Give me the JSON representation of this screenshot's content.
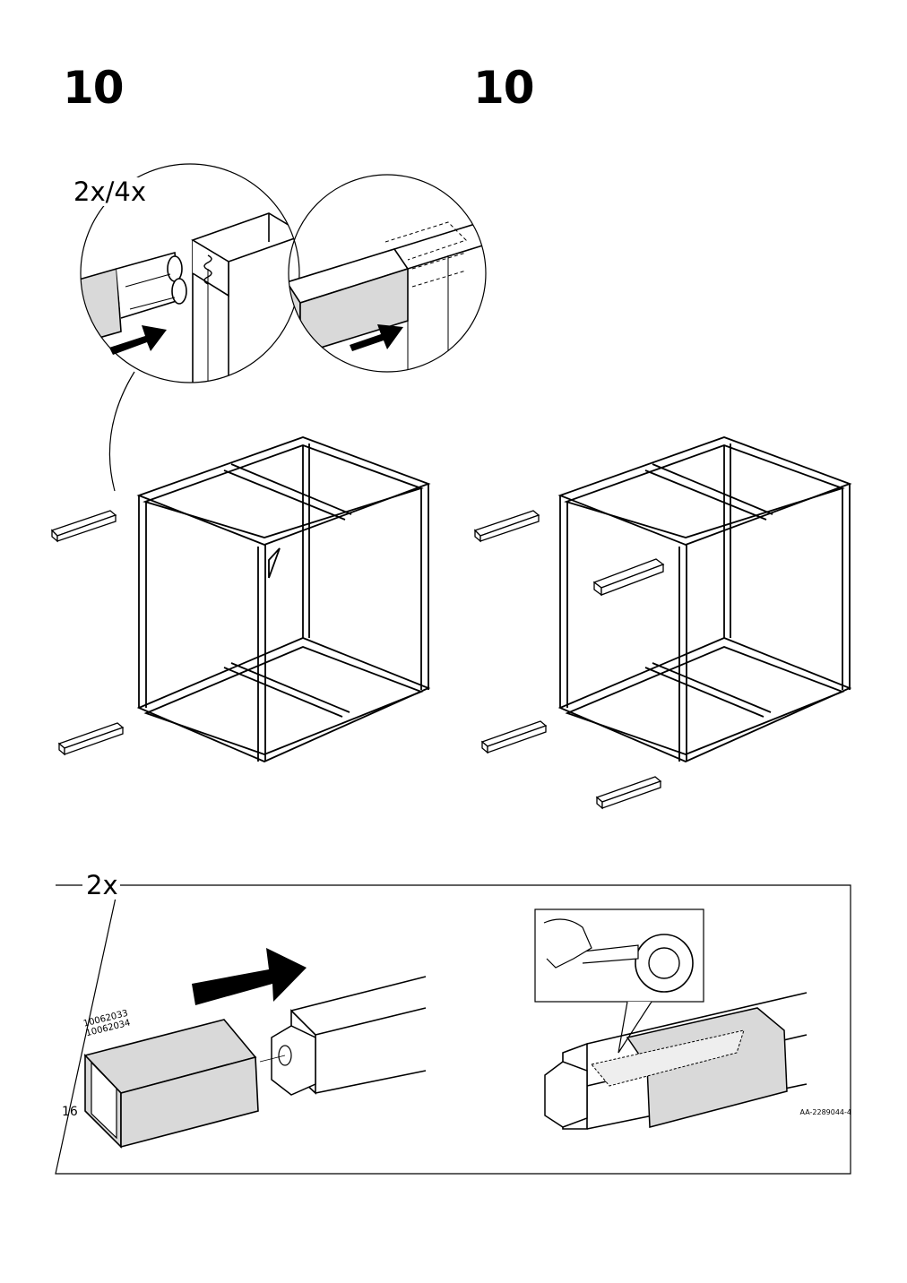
{
  "steps": {
    "left": "10",
    "right": "10"
  },
  "detail_quantity": "2x/4x",
  "box_quantity": "2x",
  "part_numbers": [
    "10062033",
    "10062034"
  ],
  "page_number": "16",
  "doc_code": "AA-2289044-4",
  "colors": {
    "line": "#000000",
    "fill_gray": "#d9d9d9",
    "arrow": "#000000"
  },
  "icons": [
    "push-arrow-icon",
    "tape-roll-icon",
    "hand-icon"
  ]
}
